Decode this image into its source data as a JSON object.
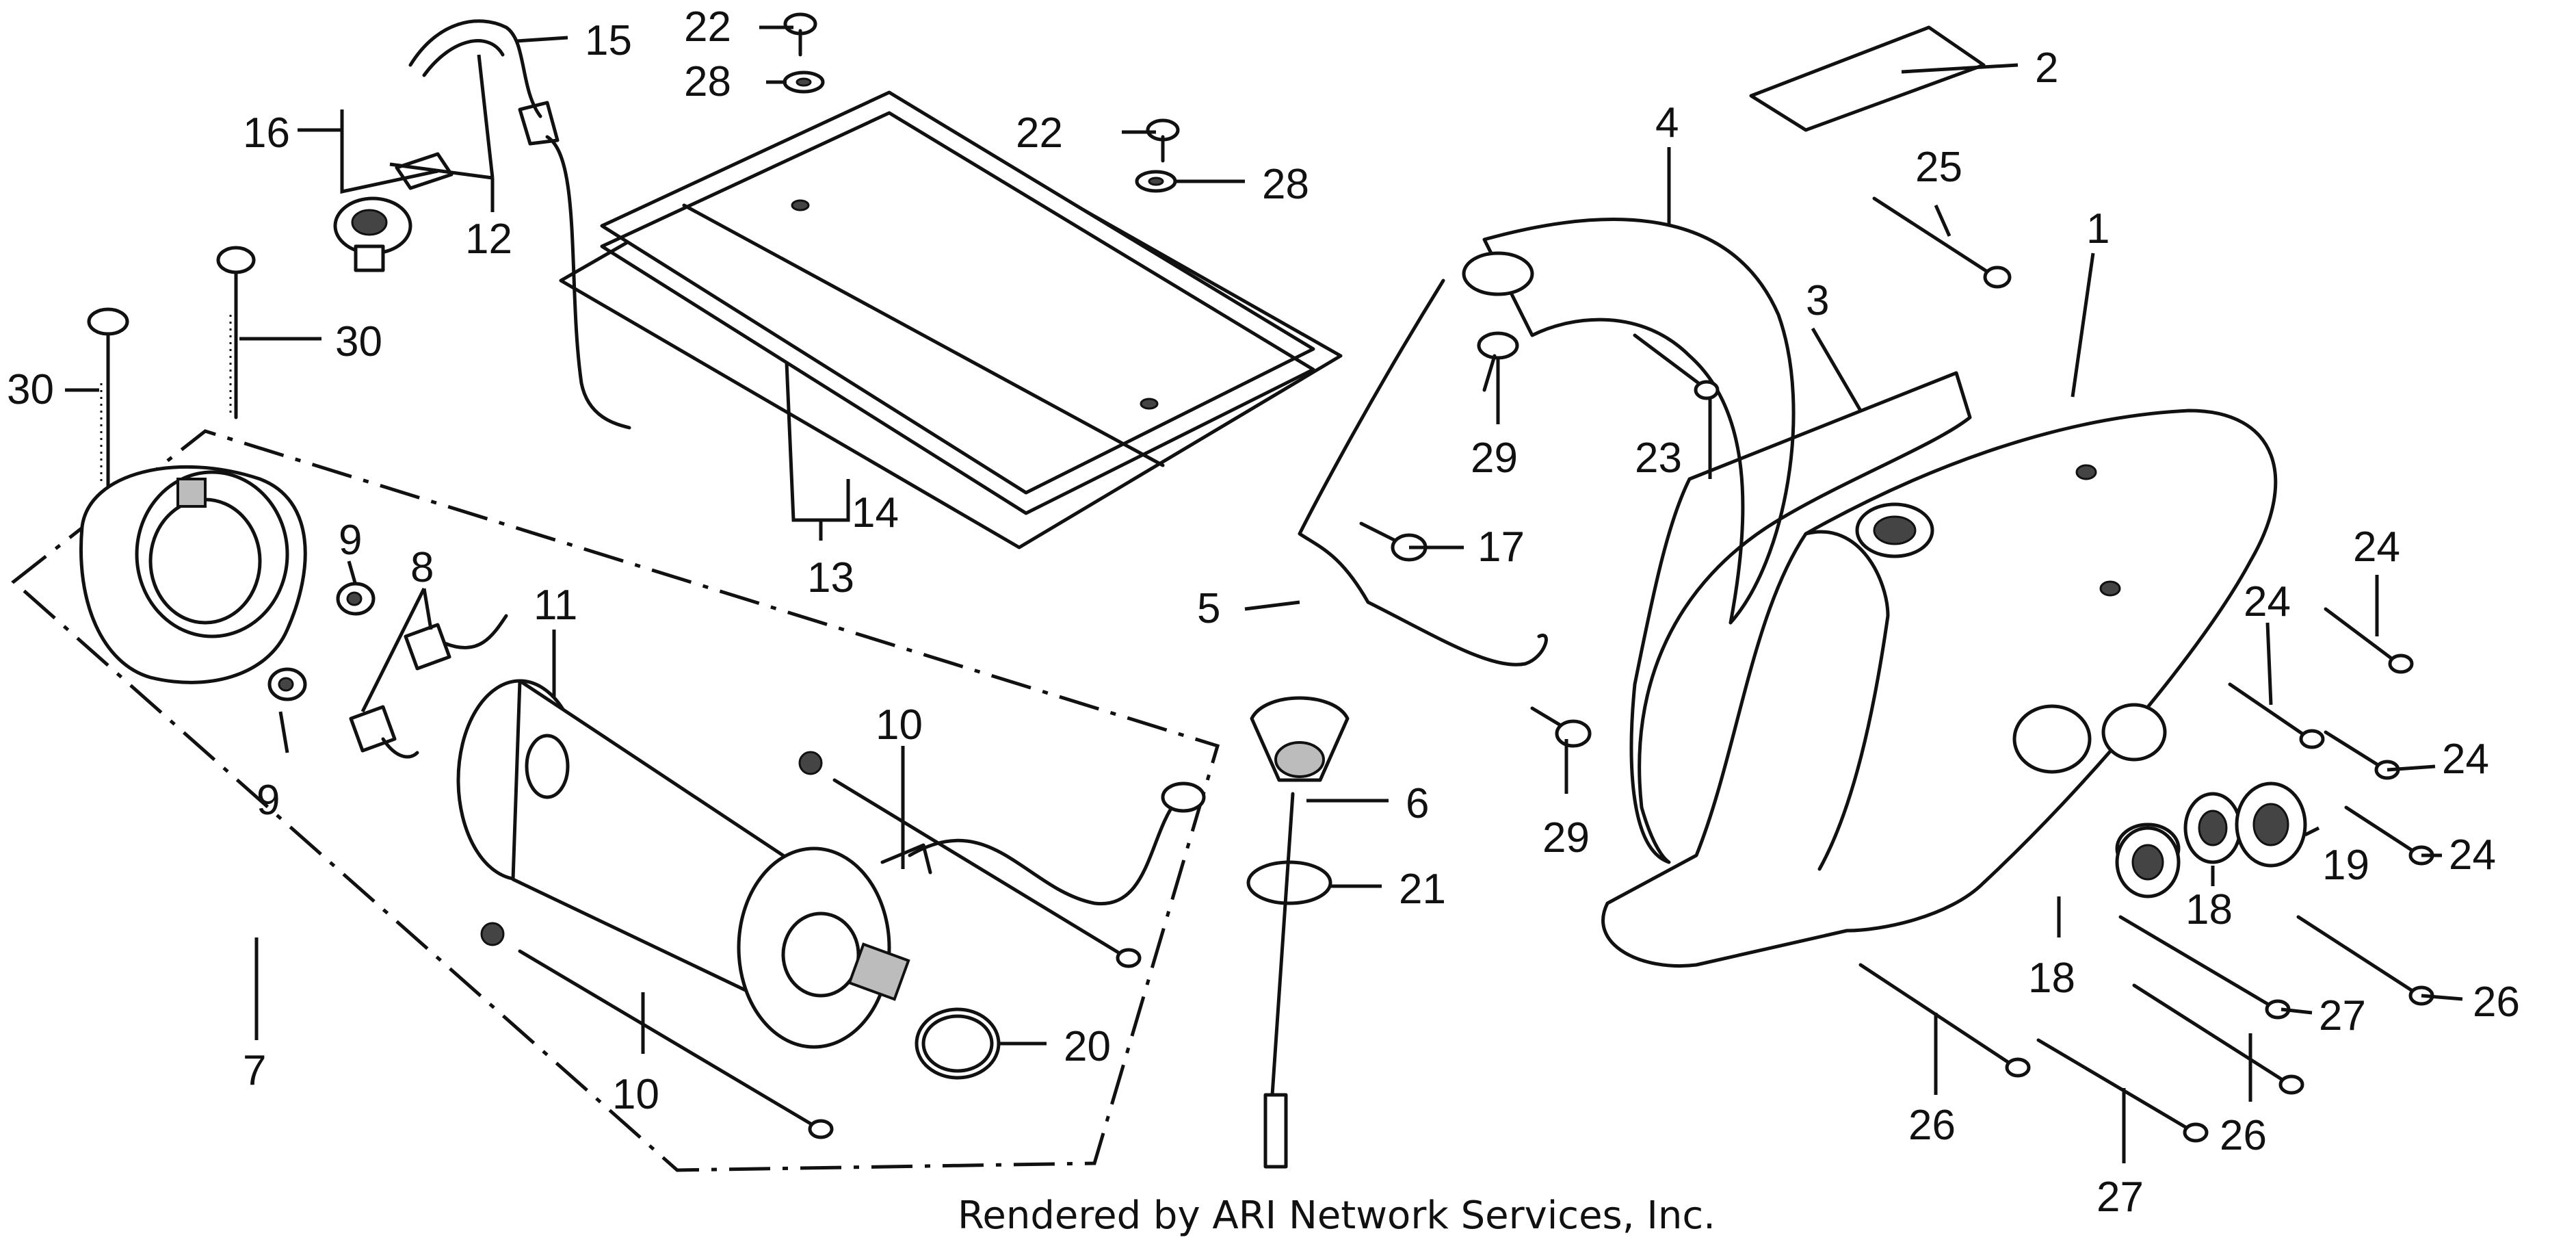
{
  "callouts": {
    "c1": "1",
    "c2": "2",
    "c3": "3",
    "c4": "4",
    "c5": "5",
    "c6": "6",
    "c7": "7",
    "c8": "8",
    "c9a": "9",
    "c9b": "9",
    "c10a": "10",
    "c10b": "10",
    "c11": "11",
    "c12": "12",
    "c13": "13",
    "c14": "14",
    "c15": "15",
    "c16": "16",
    "c17": "17",
    "c18a": "18",
    "c18b": "18",
    "c19": "19",
    "c20": "20",
    "c21": "21",
    "c22a": "22",
    "c22b": "22",
    "c23": "23",
    "c24a": "24",
    "c24b": "24",
    "c24c": "24",
    "c24d": "24",
    "c25": "25",
    "c26a": "26",
    "c26b": "26",
    "c26c": "26",
    "c27a": "27",
    "c27b": "27",
    "c28a": "28",
    "c28b": "28",
    "c29a": "29",
    "c29b": "29",
    "c30a": "30",
    "c30b": "30"
  },
  "footer": {
    "credit": "Rendered by ARI Network Services, Inc."
  }
}
